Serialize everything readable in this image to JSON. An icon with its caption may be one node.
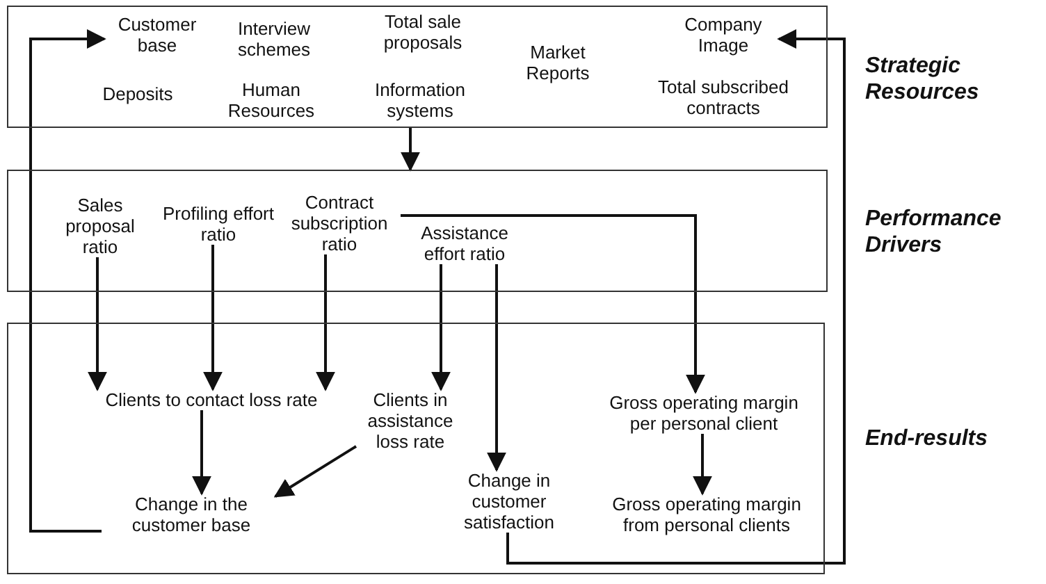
{
  "diagram": {
    "nodes": [
      {
        "text": [],
        "shape": "box",
        "beside": [
          "Strategic Resources"
        ]
      },
      {
        "text": [
          "Customer base"
        ],
        "in": 0
      },
      {
        "text": [
          "Interview schemes"
        ],
        "in": 0
      },
      {
        "text": [
          "Total sale proposals"
        ],
        "in": 0
      },
      {
        "text": [
          "Market Reports"
        ],
        "in": 0
      },
      {
        "text": [
          "Company Image"
        ],
        "in": 0
      },
      {
        "text": [
          "Deposits"
        ],
        "in": 0
      },
      {
        "text": [
          "Human Resources"
        ],
        "in": 0
      },
      {
        "text": [
          "Information systems"
        ],
        "in": 0
      },
      {
        "text": [
          "Total subscribed contracts"
        ],
        "in": 0
      },
      {
        "text": [],
        "shape": "box",
        "beside": [
          "Performance Drivers"
        ]
      },
      {
        "text": [
          "Sales proposal ratio"
        ],
        "in": 10
      },
      {
        "text": [
          "Profiling effort ratio"
        ],
        "in": 10
      },
      {
        "text": [
          "Contract subscription ratio"
        ],
        "in": 10
      },
      {
        "text": [
          "Assistance effort ratio"
        ],
        "in": 10
      },
      {
        "text": [],
        "shape": "box",
        "beside": [
          "End-results"
        ]
      },
      {
        "text": [
          "Clients to contact loss rate"
        ],
        "in": 15
      },
      {
        "text": [
          "Clients in assistance loss rate"
        ],
        "in": 15
      },
      {
        "text": [
          "Gross operating margin per personal client"
        ],
        "in": 15
      },
      {
        "text": [
          "Change in the customer base"
        ],
        "in": 15
      },
      {
        "text": [
          "Change in customer satisfaction"
        ],
        "in": 15
      },
      {
        "text": [
          "Gross operating margin from personal clients"
        ],
        "in": 15
      }
    ],
    "edges": [
      {
        "from": 0,
        "to": 10,
        "arrow": "to"
      },
      {
        "from": 11,
        "to": 16,
        "arrow": "to"
      },
      {
        "from": 12,
        "to": 16,
        "arrow": "to"
      },
      {
        "from": 13,
        "to": 16,
        "arrow": "to"
      },
      {
        "from": 13,
        "to": 18,
        "arrow": "to"
      },
      {
        "from": 14,
        "to": 17,
        "arrow": "to"
      },
      {
        "from": 14,
        "to": 20,
        "arrow": "to"
      },
      {
        "from": 16,
        "to": 19,
        "arrow": "to"
      },
      {
        "from": 17,
        "to": 19,
        "arrow": "to"
      },
      {
        "from": 18,
        "to": 21,
        "arrow": "to"
      },
      {
        "from": 19,
        "to": 1,
        "arrow": "to"
      },
      {
        "from": 20,
        "to": 5,
        "arrow": "to"
      }
    ]
  }
}
